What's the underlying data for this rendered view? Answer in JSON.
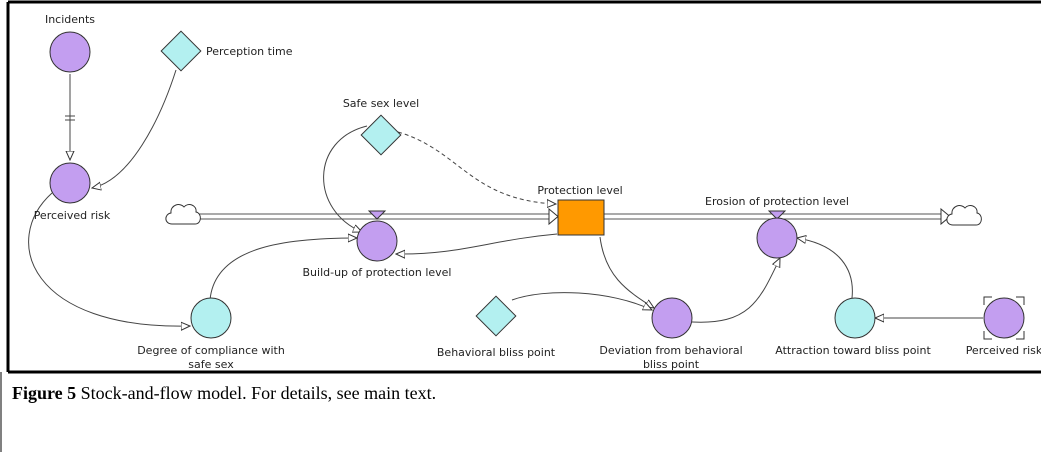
{
  "diagram": {
    "nodes": {
      "incidents": "Incidents",
      "perception_time": "Perception time",
      "perceived_risk": "Perceived risk",
      "safe_sex_level": "Safe sex level",
      "protection_level": "Protection level",
      "erosion": "Erosion of protection level",
      "buildup": "Build-up of protection level",
      "compliance_line1": "Degree of compliance with",
      "compliance_line2": "safe sex",
      "behavioral_bliss_point": "Behavioral bliss point",
      "deviation_line1": "Deviation from behavioral",
      "deviation_line2": "bliss point",
      "attraction": "Attraction toward bliss point",
      "perceived_risk_ghost": "Perceived risk"
    },
    "colors": {
      "auxiliary": "#c39ef0",
      "constant": "#b3f0f0",
      "stock": "#ff9900",
      "outline": "#333333"
    }
  },
  "caption": {
    "label": "Figure 5",
    "text": " Stock-and-flow model. For details, see main text."
  }
}
